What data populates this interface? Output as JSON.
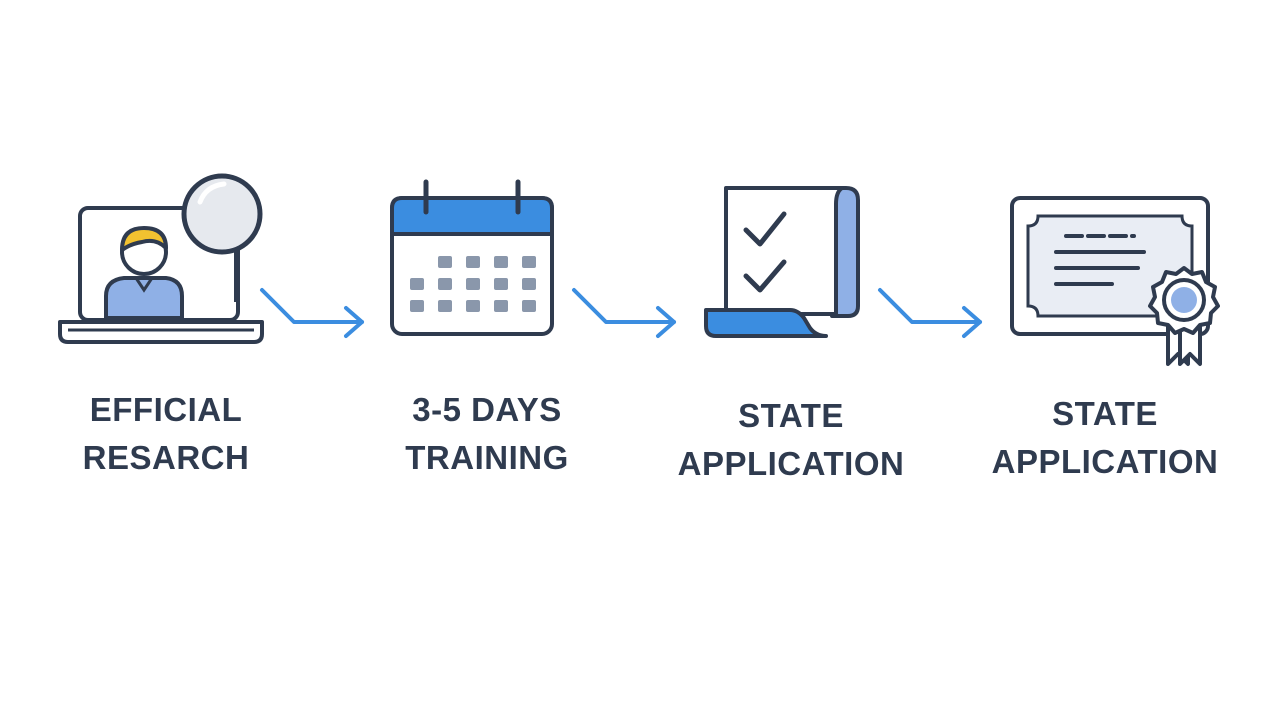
{
  "steps": [
    {
      "icon": "person-at-laptop-with-magnifier-icon",
      "label_line1": "EFFICIAL",
      "label_line2": "RESARCH"
    },
    {
      "icon": "calendar-icon",
      "label_line1": "3-5 DAYS",
      "label_line2": "TRAINING"
    },
    {
      "icon": "checklist-document-icon",
      "label_line1": "STATE",
      "label_line2": "APPLICATION"
    },
    {
      "icon": "certificate-with-ribbon-icon",
      "label_line1": "STATE",
      "label_line2": "APPLICATION"
    }
  ],
  "arrows": [
    "arrow-right-icon",
    "arrow-right-icon",
    "arrow-right-icon"
  ],
  "colors": {
    "outline": "#2f3b4f",
    "accent_blue": "#3b8de0",
    "light_blue": "#8fb0e6",
    "face_yellow": "#f2c230",
    "magnifier_fill": "#e6e9ee",
    "calendar_cell": "#8a97ab"
  }
}
